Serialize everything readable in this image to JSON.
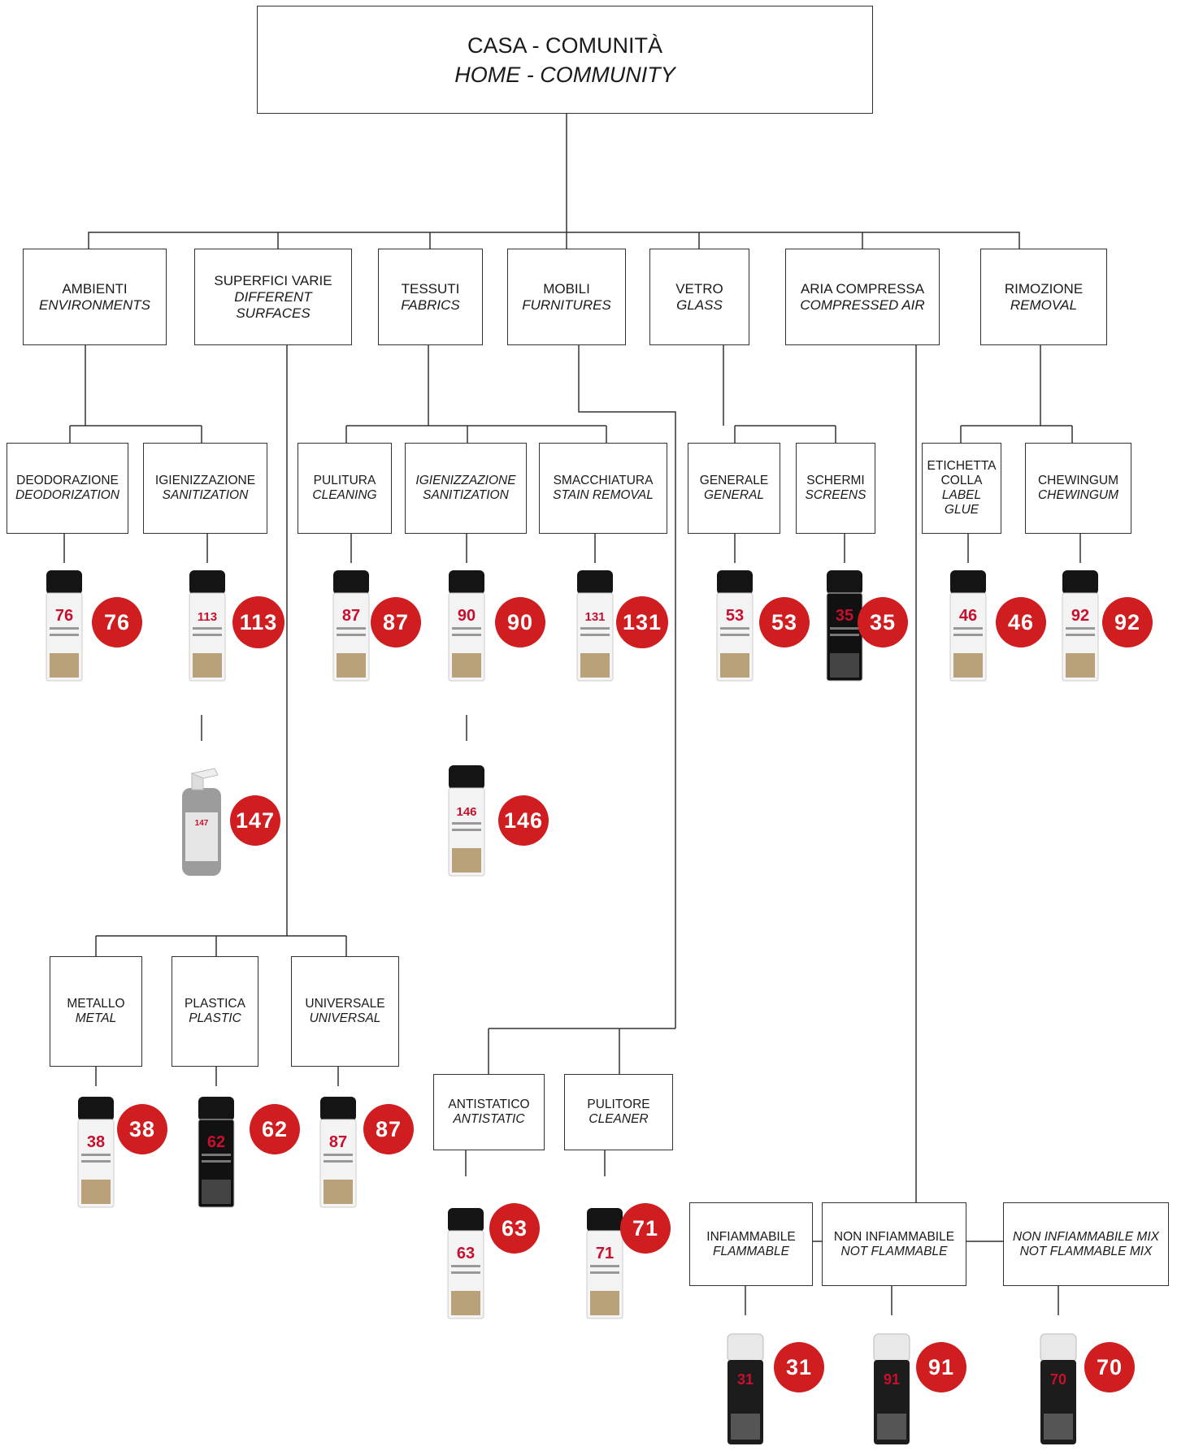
{
  "root": {
    "it": "CASA - COMUNITÀ",
    "en": "HOME - COMMUNITY"
  },
  "categories": [
    {
      "it": "AMBIENTI",
      "en": "ENVIRONMENTS"
    },
    {
      "it": "SUPERFICI VARIE",
      "en": "DIFFERENT",
      "en2": "SURFACES"
    },
    {
      "it": "TESSUTI",
      "en": "FABRICS"
    },
    {
      "it": "MOBILI",
      "en": "FURNITURES"
    },
    {
      "it": "VETRO",
      "en": "GLASS"
    },
    {
      "it": "ARIA COMPRESSA",
      "en": "COMPRESSED AIR"
    },
    {
      "it": "RIMOZIONE",
      "en": "REMOVAL"
    }
  ],
  "subs": {
    "deodorazione": {
      "it": "DEODORAZIONE",
      "en": "DEODORIZATION"
    },
    "igienizzazione1": {
      "it": "IGIENIZZAZIONE",
      "en": "SANITIZATION"
    },
    "pulitura": {
      "it": "PULITURA",
      "en": "CLEANING"
    },
    "igienizzazione2": {
      "it": "IGIENIZZAZIONE",
      "en": "SANITIZATION"
    },
    "smacchiatura": {
      "it": "SMACCHIATURA",
      "en": "STAIN REMOVAL"
    },
    "generale": {
      "it": "GENERALE",
      "en": "GENERAL"
    },
    "schermi": {
      "it": "SCHERMI",
      "en": "SCREENS"
    },
    "etichetta": {
      "it": "ETICHETTA",
      "it2": "COLLA",
      "en": "LABEL",
      "en2": "GLUE"
    },
    "chewingum": {
      "it": "CHEWINGUM",
      "en": "CHEWINGUM"
    },
    "metallo": {
      "it": "METALLO",
      "en": "METAL"
    },
    "plastica": {
      "it": "PLASTICA",
      "en": "PLASTIC"
    },
    "universale": {
      "it": "UNIVERSALE",
      "en": "UNIVERSAL"
    },
    "antistatico": {
      "it": "ANTISTATICO",
      "en": "ANTISTATIC"
    },
    "pulitore": {
      "it": "PULITORE",
      "en": "CLEANER"
    },
    "infiammabile": {
      "it": "INFIAMMABILE",
      "en": "FLAMMABLE"
    },
    "noninfiammabile": {
      "it": "NON INFIAMMABILE",
      "en": "NOT FLAMMABLE"
    },
    "noninfmix": {
      "it": "NON INFIAMMABILE MIX",
      "en": "NOT FLAMMABLE MIX"
    }
  },
  "products": [
    {
      "code": "76",
      "color": "#ffffff"
    },
    {
      "code": "113",
      "color": "#ffffff"
    },
    {
      "code": "147",
      "color": "#8a8a8a"
    },
    {
      "code": "87",
      "color": "#ffffff"
    },
    {
      "code": "90",
      "color": "#ffffff"
    },
    {
      "code": "146",
      "color": "#ffffff"
    },
    {
      "code": "131",
      "color": "#ffffff"
    },
    {
      "code": "53",
      "color": "#ffffff"
    },
    {
      "code": "35",
      "color": "#111111"
    },
    {
      "code": "46",
      "color": "#ffffff"
    },
    {
      "code": "92",
      "color": "#ffffff"
    },
    {
      "code": "38",
      "color": "#ffffff"
    },
    {
      "code": "62",
      "color": "#111111"
    },
    {
      "code": "87",
      "color": "#ffffff"
    },
    {
      "code": "63",
      "color": "#ffffff"
    },
    {
      "code": "71",
      "color": "#ffffff"
    },
    {
      "code": "31",
      "color": "#222222"
    },
    {
      "code": "91",
      "color": "#222222"
    },
    {
      "code": "70",
      "color": "#222222"
    }
  ],
  "colors": {
    "badge": "#cf1d20",
    "line": "#333333",
    "brand_red": "#c8102e"
  }
}
